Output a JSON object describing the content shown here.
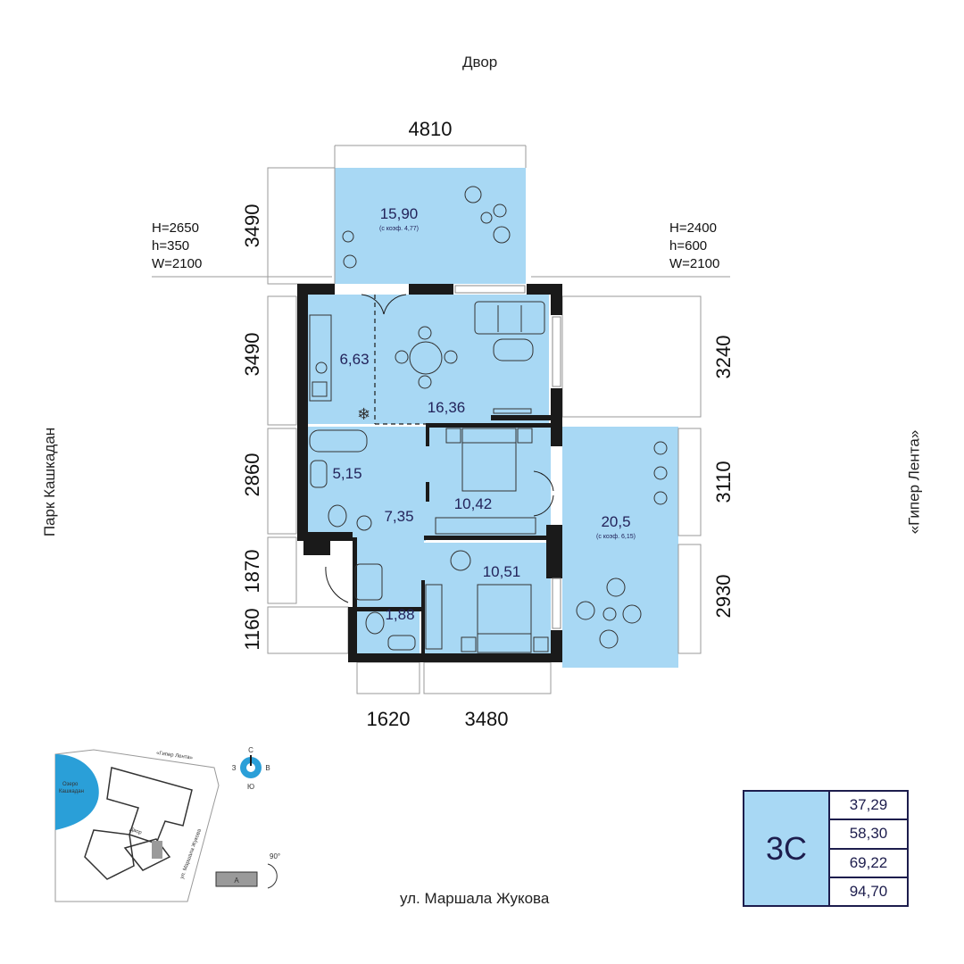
{
  "sides": {
    "top": "Двор",
    "bottom": "ул. Маршала Жукова",
    "left": "Парк Кашкадан",
    "right": "«Гипер Лента»"
  },
  "dimensions": {
    "top": "4810",
    "left_balcony": "3490",
    "left_kitchen": "3490",
    "left_bath": "2860",
    "left_hall": "1870",
    "left_wc": "1160",
    "right_living": "3240",
    "right_bedroom": "3110",
    "right_bedroom2": "2930",
    "bottom_wc": "1620",
    "bottom_bedroom": "3480"
  },
  "windows": {
    "left": [
      "H=2650",
      "h=350",
      "W=2100"
    ],
    "right": [
      "H=2400",
      "h=600",
      "W=2100"
    ]
  },
  "rooms": {
    "balcony_top": {
      "area": "15,90",
      "coef": "(с коэф. 4,77)"
    },
    "kitchen": {
      "area": "6,63"
    },
    "living": {
      "area": "16,36"
    },
    "bath": {
      "area": "5,15"
    },
    "hall": {
      "area": "7,35"
    },
    "bedroom1": {
      "area": "10,42"
    },
    "bedroom2": {
      "area": "10,51"
    },
    "wc": {
      "area": "1,88"
    },
    "balcony_right": {
      "area": "20,5",
      "coef": "(с коэф. 6,15)"
    }
  },
  "minimap": {
    "lake": [
      "Озеро",
      "Кашкадан"
    ],
    "street_top": "«Гипер Лента»",
    "yard": "Двор",
    "street_side": "ул. Маршала Жукова",
    "section": "А",
    "angle": "90°"
  },
  "compass": {
    "n": "С",
    "s": "Ю",
    "w": "З",
    "e": "В"
  },
  "apartment": {
    "code": "3С",
    "areas": [
      "37,29",
      "58,30",
      "69,22",
      "94,70"
    ]
  },
  "colors": {
    "room_fill": "#a8d8f4",
    "wall": "#1a1a1a",
    "text_dark": "#23235a",
    "compass": "#2a9fd8"
  }
}
